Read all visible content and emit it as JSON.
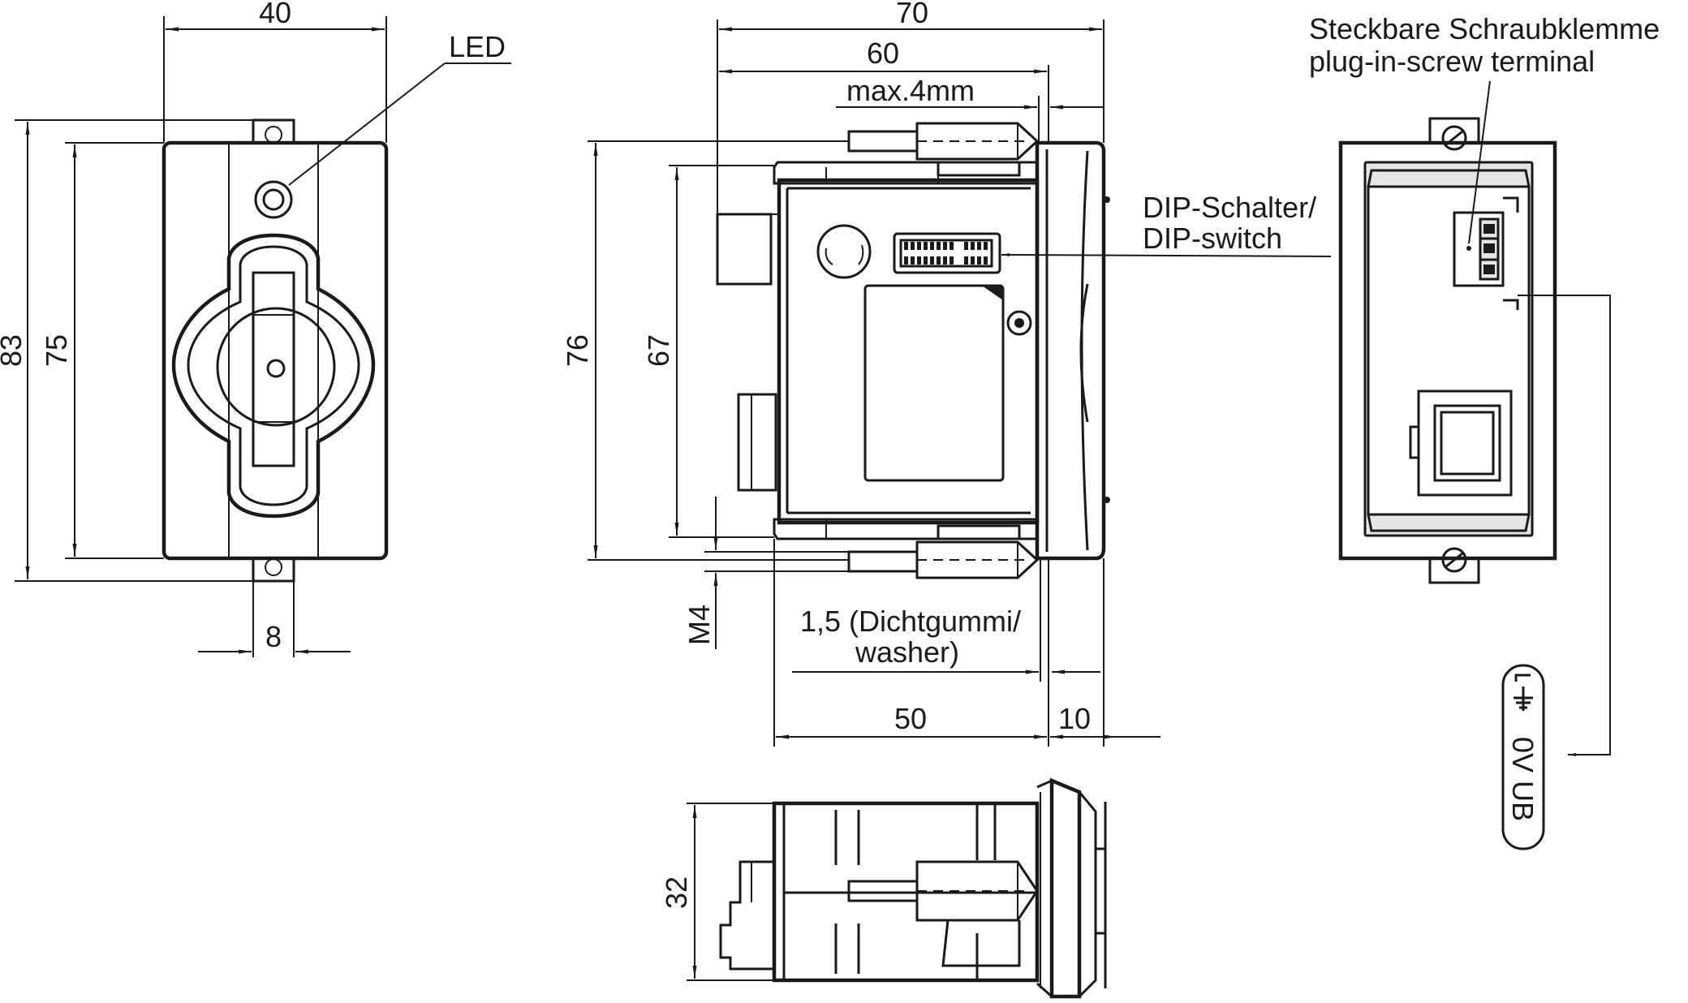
{
  "front_view": {
    "width_dim": "40",
    "led_label": "LED",
    "height_outer_dim": "83",
    "height_inner_dim": "75",
    "mount_width_dim": "8"
  },
  "side_view": {
    "width_overall_dim": "70",
    "width_body_dim": "60",
    "max_depth_label": "max.4mm",
    "height_outer_dim": "76",
    "height_inner_dim": "67",
    "screw_label": "M4",
    "washer_label_line1": "1,5 (Dichtgummi/",
    "washer_label_line2": "washer)",
    "depth_body_dim": "50",
    "depth_front_dim": "10",
    "dip_label_line1": "DIP-Schalter/",
    "dip_label_line2": "DIP-switch"
  },
  "bottom_view": {
    "height_dim": "32"
  },
  "rear_view": {
    "terminal_label_de": "Steckbare Schraubklemme",
    "terminal_label_en": "plug-in-screw terminal",
    "pinout_label": "0V UB"
  },
  "colors": {
    "line": "#1a1a1a",
    "fill_grey": "#e6e6e6",
    "background": "#ffffff"
  }
}
